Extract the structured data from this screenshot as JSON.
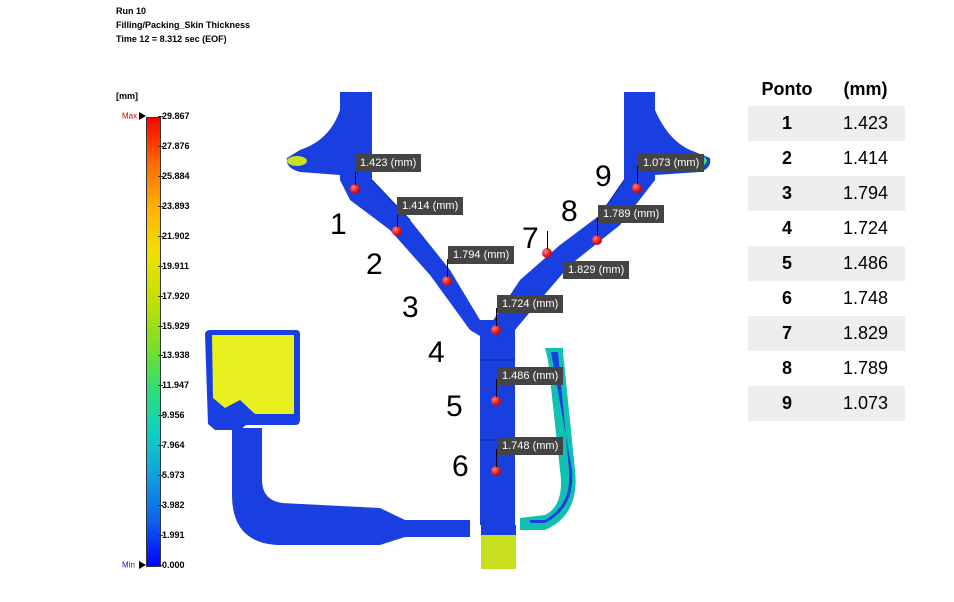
{
  "header": {
    "run": "Run 10",
    "result": "Filling/Packing_Skin Thickness",
    "time": "Time 12 = 8.312 sec (EOF)"
  },
  "legend": {
    "unit": "[mm]",
    "max_label": "Max",
    "min_label": "Min",
    "ticks": [
      "29.867",
      "27.876",
      "25.884",
      "23.893",
      "21.902",
      "19.911",
      "17.920",
      "15.929",
      "13.938",
      "11.947",
      "9.956",
      "7.964",
      "5.973",
      "3.982",
      "1.991",
      "0.000"
    ]
  },
  "callouts": [
    "1.423 (mm)",
    "1.414 (mm)",
    "1.794 (mm)",
    "1.724 (mm)",
    "1.486 (mm)",
    "1.748 (mm)",
    "1.829 (mm)",
    "1.789 (mm)",
    "1.073 (mm)"
  ],
  "point_numbers": [
    "1",
    "2",
    "3",
    "4",
    "5",
    "6",
    "7",
    "8",
    "9"
  ],
  "table": {
    "headers": [
      "Ponto",
      "(mm)"
    ],
    "rows": [
      [
        "1",
        "1.423"
      ],
      [
        "2",
        "1.414"
      ],
      [
        "3",
        "1.794"
      ],
      [
        "4",
        "1.724"
      ],
      [
        "5",
        "1.486"
      ],
      [
        "6",
        "1.748"
      ],
      [
        "7",
        "1.829"
      ],
      [
        "8",
        "1.789"
      ],
      [
        "9",
        "1.073"
      ]
    ]
  },
  "colors": {
    "part_blue": "#1a3fe0",
    "overflow_yellow": "#e8f020",
    "marker_red": "#e01010",
    "callout_bg": "#444444"
  }
}
